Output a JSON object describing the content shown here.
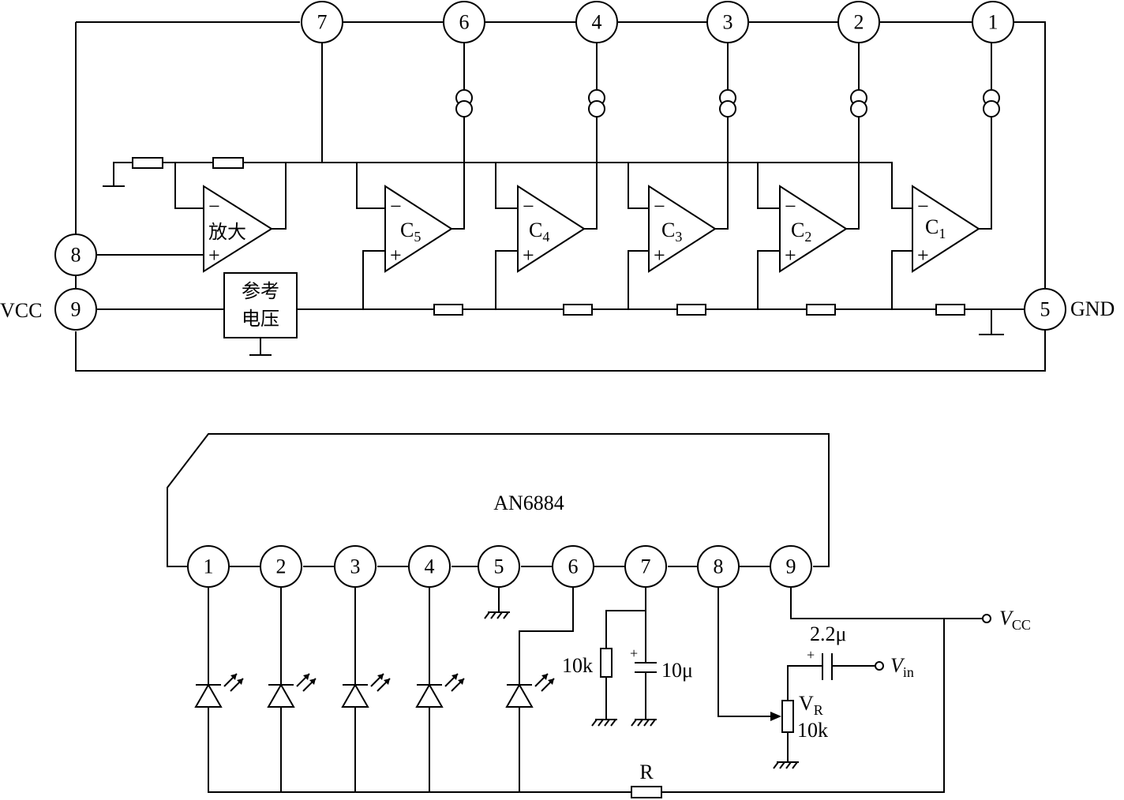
{
  "top": {
    "pins_top": [
      "7",
      "6",
      "4",
      "3",
      "2",
      "1"
    ],
    "pin_8": "8",
    "pin_9": "9",
    "pin_5": "5",
    "vcc_label": "VCC",
    "gnd_label": "GND",
    "amp_label": "放大",
    "ref_label_line1": "参考",
    "ref_label_line2": "电压",
    "comparators": [
      {
        "base": "C",
        "sub": "5"
      },
      {
        "base": "C",
        "sub": "4"
      },
      {
        "base": "C",
        "sub": "3"
      },
      {
        "base": "C",
        "sub": "2"
      },
      {
        "base": "C",
        "sub": "1"
      }
    ],
    "minus_sign": "−",
    "plus_sign": "+"
  },
  "bottom": {
    "chip_name": "AN6884",
    "pins": [
      "1",
      "2",
      "3",
      "4",
      "5",
      "6",
      "7",
      "8",
      "9"
    ],
    "res_10k": "10k",
    "cap_10u": "10μ",
    "cap_22u": "2.2μ",
    "cap_plus": "+",
    "vr_base": "V",
    "vr_sub": "R",
    "vr_value": "10k",
    "r_label": "R",
    "vcc_base": "V",
    "vcc_sub": "CC",
    "vin_base": "V",
    "vin_sub": "in"
  }
}
